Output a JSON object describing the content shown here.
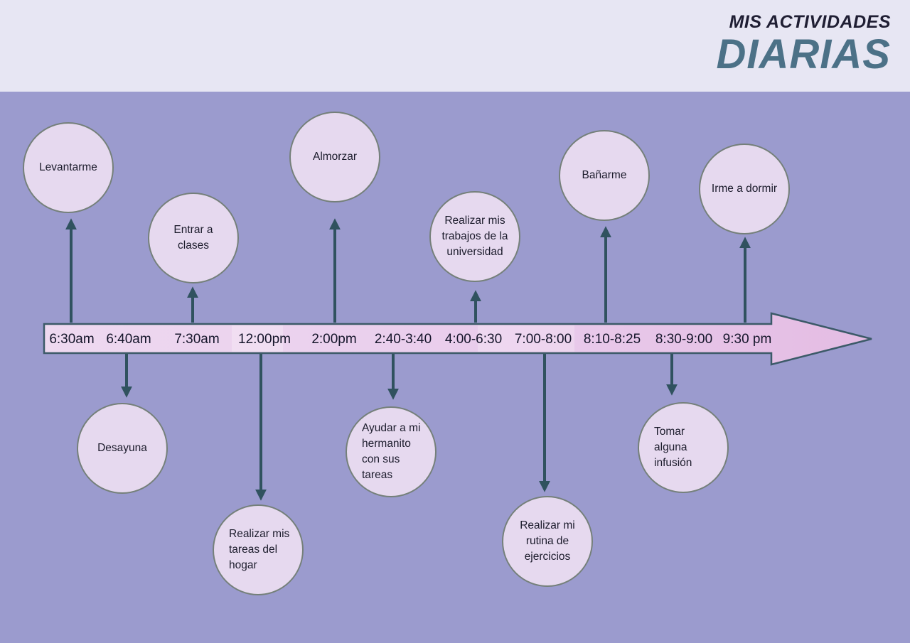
{
  "header": {
    "kicker": "MIS ACTIVIDADES",
    "title": "DIARIAS"
  },
  "timeline": {
    "times": [
      "6:30am",
      "6:40am",
      "7:30am",
      "12:00pm",
      "2:00pm",
      "2:40-3:40",
      "4:00-6:30",
      "7:00-8:00",
      "8:10-8:25",
      "8:30-9:00",
      "9:30 pm"
    ]
  },
  "activities": [
    {
      "label": "Levantarme",
      "time": "6:30am",
      "position": "above"
    },
    {
      "label": "Desayuna",
      "time": "6:40am",
      "position": "below"
    },
    {
      "label": "Entrar a clases",
      "time": "7:30am",
      "position": "above"
    },
    {
      "label": "Realizar mis tareas del hogar",
      "time": "12:00pm",
      "position": "below"
    },
    {
      "label": "Almorzar",
      "time": "2:00pm",
      "position": "above"
    },
    {
      "label": "Ayudar a mi hermanito con sus tareas",
      "time": "2:40-3:40",
      "position": "below"
    },
    {
      "label": "Realizar mis trabajos de la universidad",
      "time": "4:00-6:30",
      "position": "above"
    },
    {
      "label": "Realizar mi rutina de ejercicios",
      "time": "7:00-8:00",
      "position": "below"
    },
    {
      "label": "Bañarme",
      "time": "8:10-8:25",
      "position": "above"
    },
    {
      "label": "Tomar alguna infusión",
      "time": "8:30-9:00",
      "position": "below"
    },
    {
      "label": "Irme a dormir",
      "time": "9:30 pm",
      "position": "above"
    }
  ],
  "colors": {
    "background": "#9b9bce",
    "header_bg": "#e7e6f3",
    "kicker_text": "#1f1e33",
    "title_text": "#4c7187",
    "bar_fill_left": "#eed9f0",
    "bar_fill_right": "#e4bce3",
    "bar_border": "#3c5a68",
    "circle_fill": "#e6d9ef",
    "circle_border": "#75807a",
    "connector": "#30525f"
  }
}
